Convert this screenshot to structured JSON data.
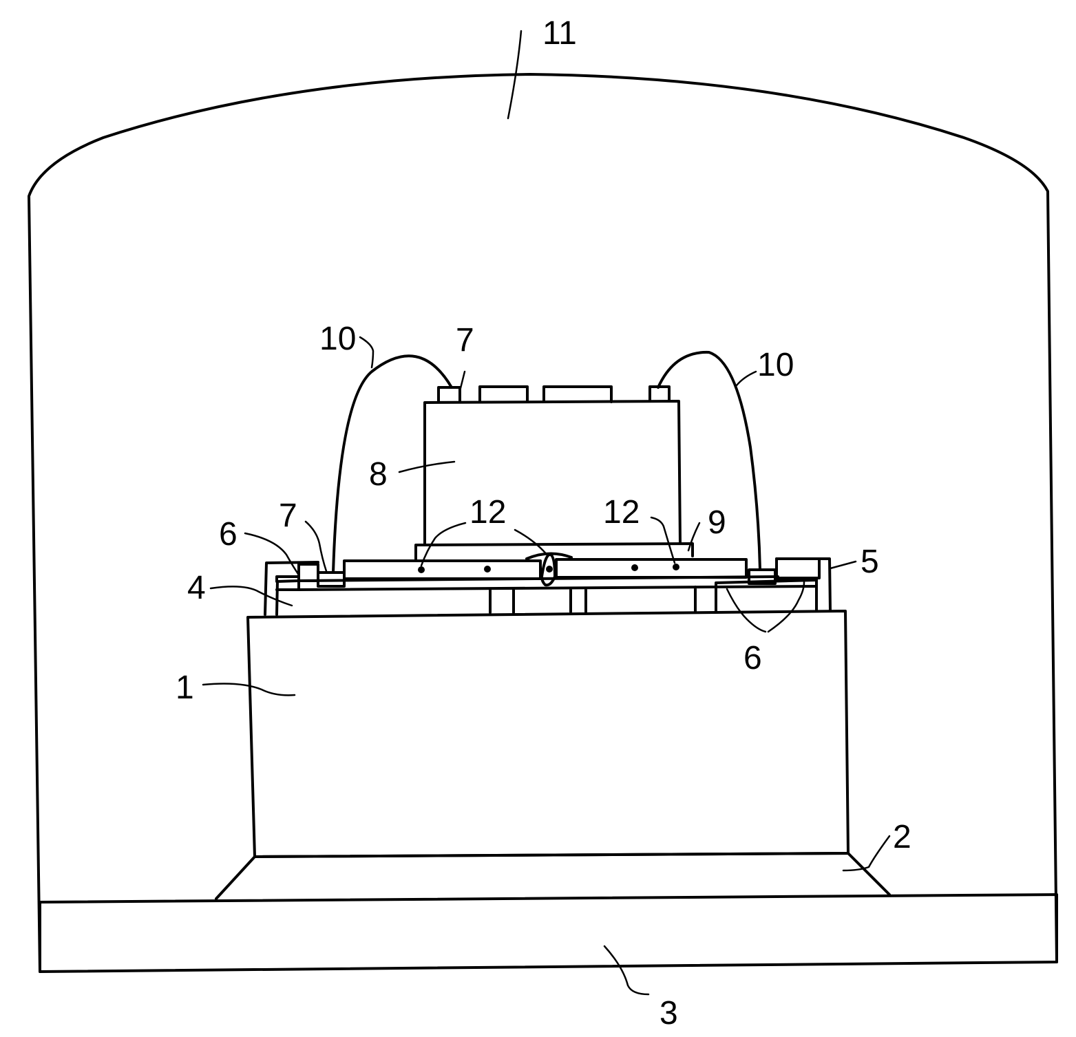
{
  "diagram": {
    "reference_numerals": {
      "housing": "11",
      "base_plate": "3",
      "solder_fillet": "2",
      "substrate": "1",
      "frame_right": "5",
      "frame_left": "4",
      "pads_left": "6",
      "pads_right": "6",
      "contact_left": "7",
      "contact_top": "7",
      "chip": "8",
      "layer_9": "9",
      "vias_left": "12",
      "vias_right": "12",
      "wire_left": "10",
      "wire_right": "10"
    }
  }
}
